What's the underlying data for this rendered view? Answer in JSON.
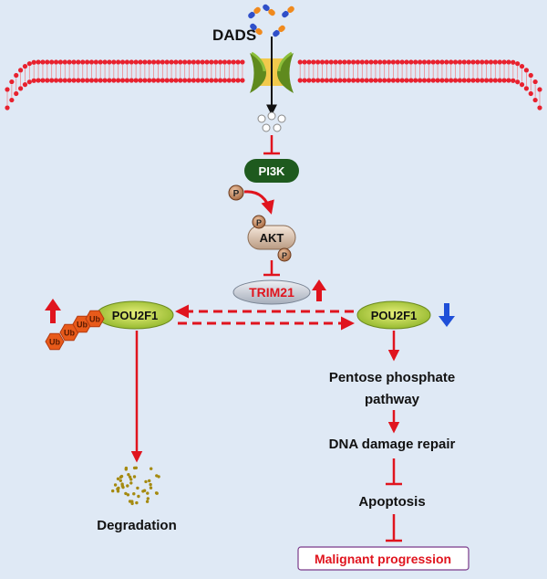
{
  "labels": {
    "dads": "DADS",
    "pi3k": "PI3K",
    "akt": "AKT",
    "phospho": "P",
    "trim21": "TRIM21",
    "pou2f1_left": "POU2F1",
    "pou2f1_right": "POU2F1",
    "ub": "Ub",
    "pentose_line1": "Pentose phosphate",
    "pentose_line2": "pathway",
    "dna_repair": "DNA damage repair",
    "apoptosis": "Apoptosis",
    "degradation": "Degradation",
    "malignant": "Malignant progression"
  },
  "colors": {
    "background": "#dfe9f5",
    "membrane": "#e8212e",
    "activation_arrow": "#e0141e",
    "up_arrow": "#e0141e",
    "down_arrow": "#1f4fd8",
    "pi3k_fill": "#1e5a1e",
    "trim21_text": "#e0141e",
    "pou2f1_fill": "#a9c93a",
    "ub_fill": "#e85a1a",
    "malignant_border": "#7a3a8a",
    "malignant_text": "#e0141e"
  }
}
